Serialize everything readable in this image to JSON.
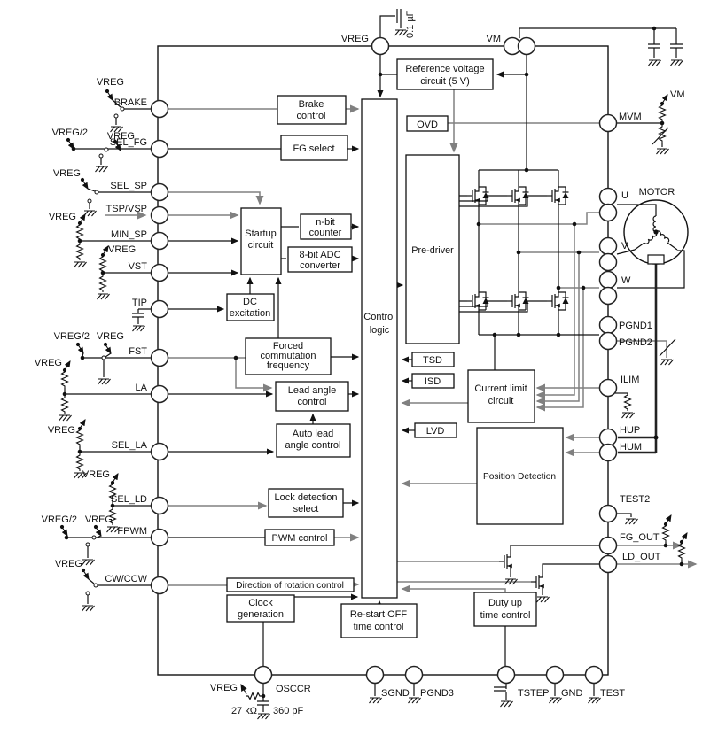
{
  "labels": {
    "vreg": "VREG",
    "vreg_half": "VREG/2",
    "vm": "VM",
    "bypass_cap": "0.1 µF",
    "motor": "MOTOR",
    "osc_resistor": "27 kΩ",
    "osc_capacitor": "360 pF"
  },
  "pins": {
    "top": [
      "VREG",
      "VM"
    ],
    "left": [
      "BRAKE",
      "SEL_FG",
      "SEL_SP",
      "TSP/VSP",
      "MIN_SP",
      "VST",
      "TIP",
      "FST",
      "LA",
      "SEL_LA",
      "SEL_LD",
      "FPWM",
      "CW/CCW"
    ],
    "right": [
      "MVM",
      "U",
      "V",
      "W",
      "PGND1",
      "PGND2",
      "ILIM",
      "HUP",
      "HUM",
      "TEST2",
      "FG_OUT",
      "LD_OUT"
    ],
    "bottom": [
      "OSCCR",
      "SGND",
      "PGND3",
      "TSTEP",
      "GND",
      "TEST"
    ]
  },
  "blocks": {
    "reference_voltage": [
      "Reference voltage",
      "circuit (5 V)"
    ],
    "ovd": [
      "OVD"
    ],
    "brake_control": [
      "Brake",
      "control"
    ],
    "fg_select": [
      "FG select"
    ],
    "startup_circuit": [
      "Startup",
      "circuit"
    ],
    "n_bit_counter": [
      "n-bit",
      "counter"
    ],
    "adc_converter": [
      "8-bit ADC",
      "converter"
    ],
    "dc_excitation": [
      "DC",
      "excitation"
    ],
    "forced_commutation": [
      "Forced",
      "commutation",
      "frequency"
    ],
    "lead_angle_control": [
      "Lead angle",
      "control"
    ],
    "auto_lead_angle": [
      "Auto lead",
      "angle control"
    ],
    "lock_detection_select": [
      "Lock detection",
      "select"
    ],
    "pwm_control": [
      "PWM control"
    ],
    "direction_control": [
      "Direction of rotation control"
    ],
    "clock_generation": [
      "Clock",
      "generation"
    ],
    "restart_off": [
      "Re-start OFF",
      "time control"
    ],
    "duty_up": [
      "Duty up",
      "time control"
    ],
    "control_logic": [
      "Control",
      "logic"
    ],
    "pre_driver": [
      "Pre-driver"
    ],
    "tsd": [
      "TSD"
    ],
    "isd": [
      "ISD"
    ],
    "lvd": [
      "LVD"
    ],
    "current_limit": [
      "Current limit",
      "circuit"
    ],
    "position_detection": [
      "Position Detection"
    ]
  }
}
